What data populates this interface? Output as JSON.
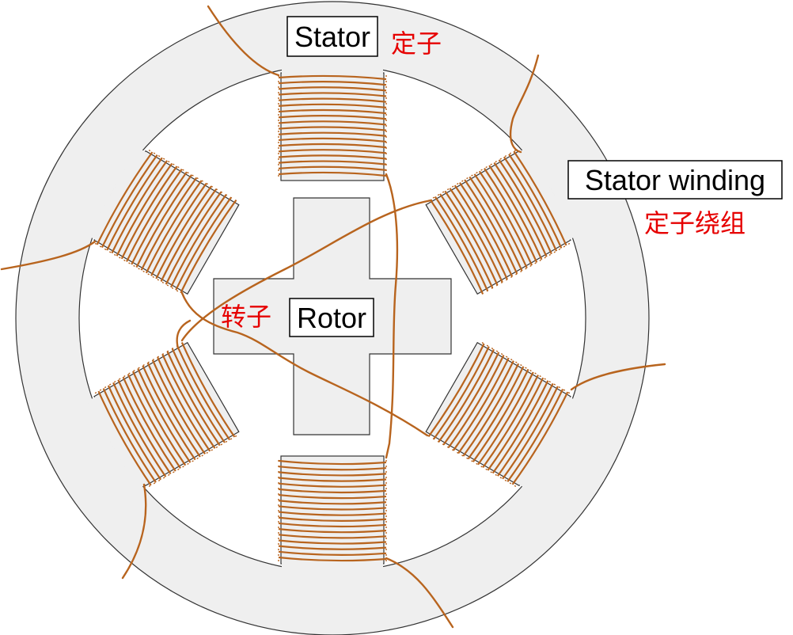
{
  "labels": {
    "stator_en": "Stator",
    "stator_cn": "定子",
    "stator_winding_en": "Stator winding",
    "stator_winding_cn": "定子绕组",
    "rotor_en": "Rotor",
    "rotor_cn": "转子"
  },
  "colors": {
    "stator_fill": "#efefef",
    "outline": "#333333",
    "winding": "#b8641e",
    "chinese_text": "#e60000",
    "background": "#ffffff"
  },
  "diagram": {
    "pole_count": 6,
    "rotor_arms": 4,
    "turns_per_coil": 18
  }
}
